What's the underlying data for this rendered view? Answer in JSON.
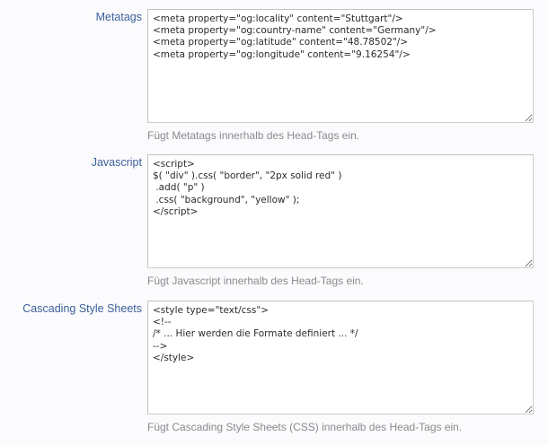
{
  "form": {
    "fields": [
      {
        "label": "Metatags",
        "value": "<meta property=\"og:locality\" content=\"Stuttgart\"/>\n<meta property=\"og:country-name\" content=\"Germany\"/>\n<meta property=\"og:latitude\" content=\"48.78502\"/>\n<meta property=\"og:longitude\" content=\"9.16254\"/>",
        "help": "Fügt Metatags innerhalb des Head-Tags ein."
      },
      {
        "label": "Javascript",
        "value": "<script>\n$( \"div\" ).css( \"border\", \"2px solid red\" )\n .add( \"p\" )\n .css( \"background\", \"yellow\" );\n</script>",
        "help": "Fügt Javascript innerhalb des Head-Tags ein."
      },
      {
        "label": "Cascading Style Sheets",
        "value": "<style type=\"text/css\">\n<!--\n/* ... Hier werden die Formate definiert ... */\n-->\n</style>",
        "help": "Fügt Cascading Style Sheets (CSS) innerhalb des Head-Tags ein."
      }
    ]
  },
  "colors": {
    "label": "#3c5f9a",
    "help": "#8a8a8e",
    "background": "#fbfbfd",
    "border": "#c2c2c4"
  }
}
